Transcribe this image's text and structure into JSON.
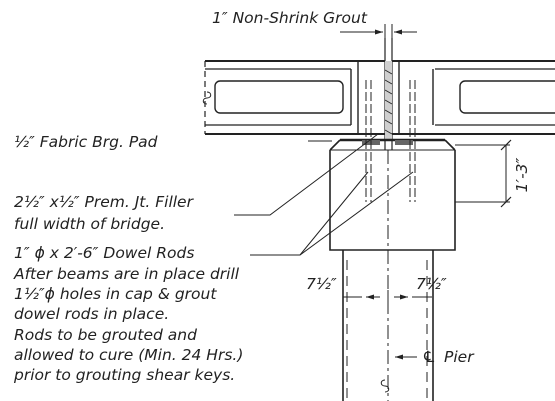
{
  "callouts": {
    "grout": "1″ Non-Shrink Grout",
    "pad": "½″ Fabric Brg. Pad",
    "filler_1": "2½″ x½″ Prem. Jt. Filler",
    "filler_2": "full width of bridge.",
    "dowel": "1″ ϕ x 2′-6″ Dowel Rods",
    "note_1": "After beams are in place drill",
    "note_2": "1½″ϕ holes in cap & grout",
    "note_3": "dowel rods in place.",
    "note_4": "Rods to be grouted and",
    "note_5": "allowed to cure (Min. 24 Hrs.)",
    "note_6": "prior to grouting shear keys."
  },
  "dimensions": {
    "cap_depth": "1′-3″",
    "dowel_offset_left": "7½″",
    "dowel_offset_right": "7½″"
  },
  "centerline": {
    "symbol": "℄",
    "label": "Pier"
  }
}
